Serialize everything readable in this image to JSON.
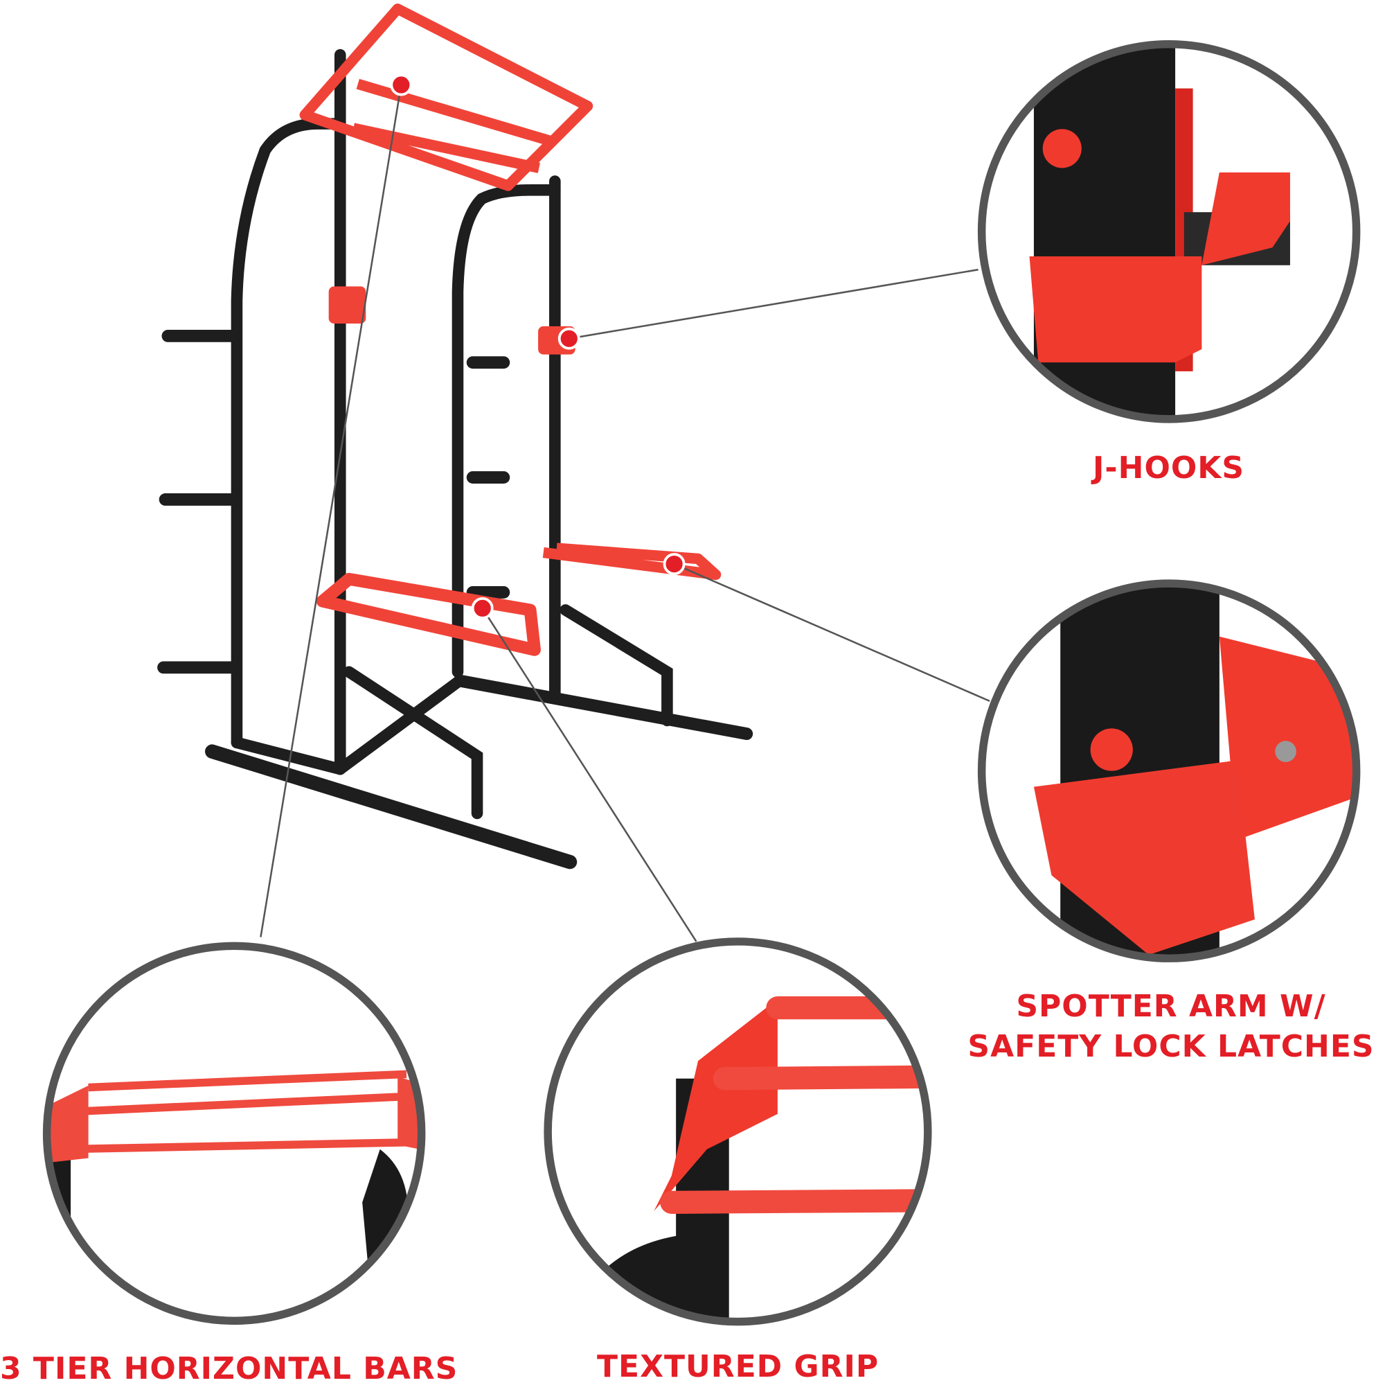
{
  "colors": {
    "accent": "#e31e26",
    "frame": "#1e1e1e",
    "ring": "#555555"
  },
  "callouts": [
    {
      "id": "j-hooks",
      "label": "J-HOOKS"
    },
    {
      "id": "spotter",
      "label_line1": "SPOTTER ARM W/",
      "label_line2": "SAFETY LOCK LATCHES"
    },
    {
      "id": "bars",
      "label": "3 TIER HORIZONTAL BARS"
    },
    {
      "id": "grip",
      "label": "TEXTURED GRIP"
    }
  ]
}
